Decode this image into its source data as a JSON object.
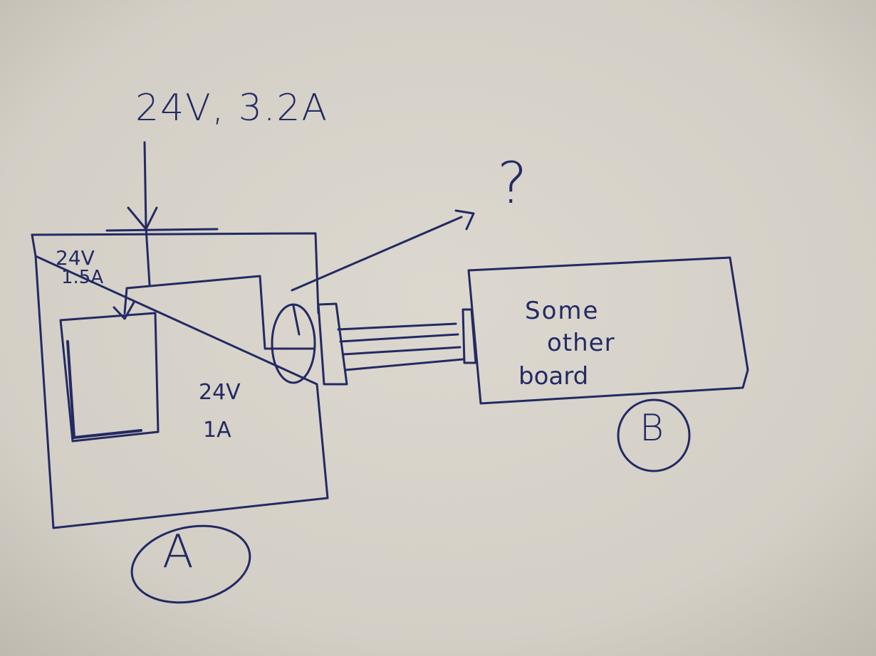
{
  "diagram": {
    "input_label": "24V, 3.2A",
    "board_a": {
      "sub_label_line1": "24V",
      "sub_label_line2": "1.5A",
      "mid_label_line1": "24V",
      "mid_label_line2": "1A",
      "circle_label": "A"
    },
    "question_mark": "?",
    "board_b": {
      "text_line1": "Some",
      "text_line2": "other",
      "text_line3": "board",
      "circle_label": "B"
    },
    "ink_color": "#232a63",
    "paper_color": "#d9d5cc"
  }
}
